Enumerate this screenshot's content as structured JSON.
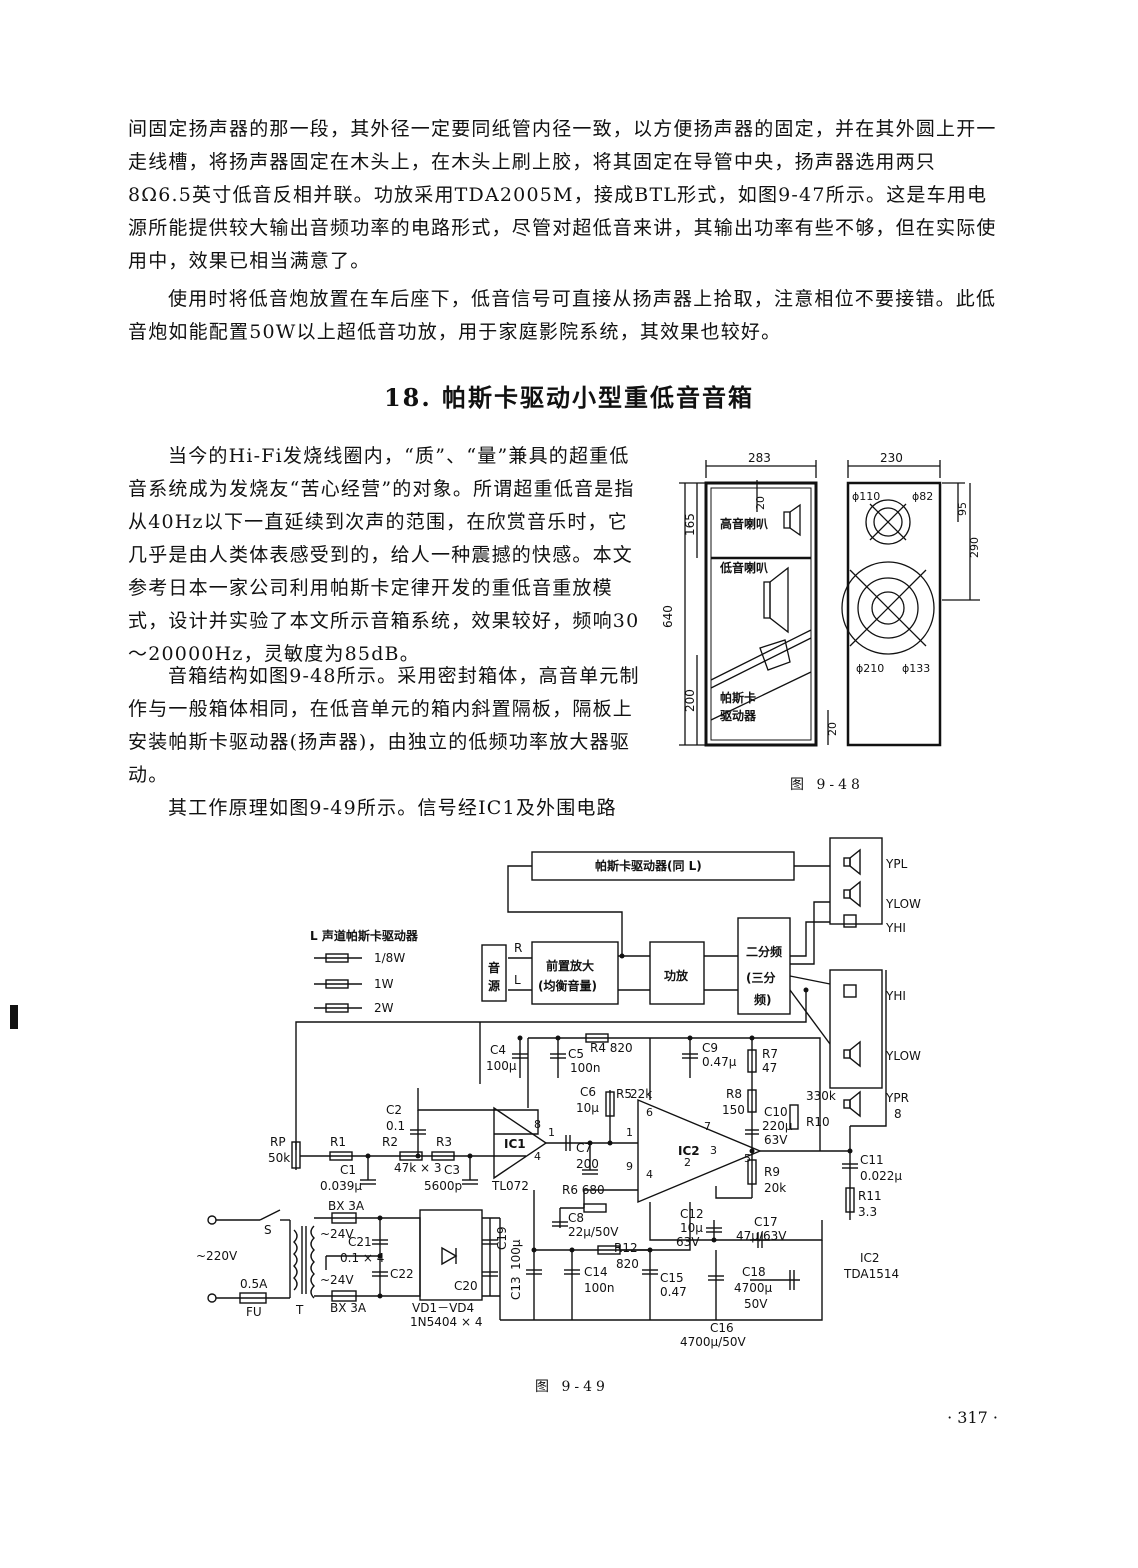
{
  "top_paragraph": "间固定扬声器的那一段，其外径一定要同纸管内径一致，以方便扬声器的固定，并在其外圆上开一走线槽，将扬声器固定在木头上，在木头上刷上胶，将其固定在导管中央，扬声器选用两只8Ω6.5英寸低音反相并联。功放采用TDA2005M，接成BTL形式，如图9-47所示。这是车用电源所能提供较大输出音频功率的电路形式，尽管对超低音来讲，其输出功率有些不够，但在实际使用中，效果已相当满意了。",
  "second_paragraph": "使用时将低音炮放置在车后座下，低音信号可直接从扬声器上拾取，注意相位不要接错。此低音炮如能配置50W以上超低音功放，用于家庭影院系统，其效果也较好。",
  "section_title": "18. 帕斯卡驱动小型重低音音箱",
  "intro_paragraph": "当今的Hi-Fi发烧线圈内，“质”、“量”兼具的超重低音系统成为发烧友“苦心经营”的对象。所谓超重低音是指从40Hz以下一直延续到次声的范围，在欣赏音乐时，它几乎是由人类体表感受到的，给人一种震撼的快感。本文参考日本一家公司利用帕斯卡定律开发的重低音重放模式，设计并实验了本文所示音箱系统，效果较好，频响30～20000Hz，灵敏度为85dB。",
  "structure_paragraph": "音箱结构如图9-48所示。采用密封箱体，高音单元制作与一般箱体相同，在低音单元的箱内斜置隔板，隔板上安装帕斯卡驱动器(扬声器)，由独立的低频功率放大器驱动。",
  "principle_paragraph": "其工作原理如图9-49所示。信号经IC1及外围电路",
  "fig48": {
    "caption": "图 9-48",
    "dims": {
      "w_front": "283",
      "w_side": "230",
      "h_total": "640",
      "h_top": "165",
      "h_bottom": "200",
      "d20_top": "20",
      "d20_bottom": "20",
      "h_side_top": "95",
      "h_side": "290"
    },
    "labels": {
      "tweeter": "高音喇叭",
      "woofer": "低音喇叭",
      "pascal": "帕斯卡",
      "driver": "驱动器"
    },
    "diameters": {
      "d110": "ϕ110",
      "d82": "ϕ82",
      "d210": "ϕ210",
      "d133": "ϕ133"
    }
  },
  "fig49": {
    "caption": "图 9-49",
    "block": {
      "pascal_same_l": "帕斯卡驱动器(同 L)",
      "source_1": "音",
      "source_2": "源",
      "preamp_1": "前置放大",
      "preamp_2": "(均衡音量)",
      "amp": "功放",
      "xover_1": "二分频",
      "xover_2": "(三分",
      "xover_3": "频)",
      "r": "R",
      "l": "L",
      "ypl": "YPL",
      "ylow": "YLOW",
      "yhi": "YHI",
      "yhi2": "YHI",
      "ylow2": "YLOW",
      "ypr": "YPR",
      "ypr_8": "8"
    },
    "legend": {
      "title": "L 声道帕斯卡驱动器",
      "w1_8": "1/8W",
      "w1": "1W",
      "w2": "2W"
    },
    "parts": {
      "rp": "RP",
      "rp_val": "50k",
      "r1": "R1",
      "c1": "C1",
      "c1_val": "0.039μ",
      "r2": "R2",
      "r2_val": "47k × 3",
      "c2": "C2",
      "c2_val": "0.1",
      "r3": "R3",
      "c3": "C3",
      "c3_val": "5600p",
      "ic1": "IC1",
      "tl072": "TL072",
      "c4": "C4",
      "c4_val": "100μ",
      "c5": "C5",
      "c5_val": "100n",
      "r4": "R4 820",
      "c6": "C6",
      "c6_val": "10μ",
      "r5": "R5",
      "r5_val": "22k",
      "c7": "C7",
      "c7_val": "200",
      "c9": "C9",
      "c9_val": "0.47μ",
      "r7": "R7",
      "r7_val": "47",
      "r8": "R8",
      "r8_val": "150",
      "c10": "C10",
      "c10_val1": "220μ",
      "c10_val2": "63V",
      "r10": "R10",
      "r10_val": "330k",
      "ic2": "IC2",
      "r9": "R9",
      "r9_val": "20k",
      "c11": "C11",
      "c11_val": "0.022μ",
      "r11": "R11",
      "r11_val": "3.3",
      "r6": "R6 680",
      "c8": "C8",
      "c8_val": "22μ/50V",
      "c12": "C12",
      "c12_val1": "10μ",
      "c12_val2": "63V",
      "c17": "C17",
      "c17_val": "47μ/63V",
      "r12": "R12",
      "r12_val": "820",
      "c13": "C13",
      "c13_val": "100μ",
      "c14": "C14",
      "c14_val": "100n",
      "c15": "C15",
      "c15_val": "0.47",
      "c18": "C18",
      "c18_val1": "4700μ",
      "c18_val2": "50V",
      "c16": "C16",
      "c16_val": "4700μ/50V",
      "ic2_name": "IC2",
      "tda1514": "TDA1514",
      "bx1": "BX 3A",
      "bx2": "BX 3A",
      "c21": "C21",
      "c21_val": "0.1 × 4",
      "c22": "C22",
      "c19": "C19",
      "c20": "C20",
      "v24a": "~24V",
      "v24b": "~24V",
      "v220": "~220V",
      "s": "S",
      "t": "T",
      "fuse": "0.5A",
      "fu": "FU",
      "vd": "VD1－VD4",
      "vd_part": "1N5404 × 4"
    },
    "pins": {
      "p8": "8",
      "p1": "1",
      "p4": "4",
      "p6": "6",
      "p7": "7",
      "p1b": "1",
      "p2": "2",
      "p3": "3",
      "p5": "5",
      "p9": "9",
      "p4b": "4"
    }
  },
  "page_number": "· 317 ·"
}
